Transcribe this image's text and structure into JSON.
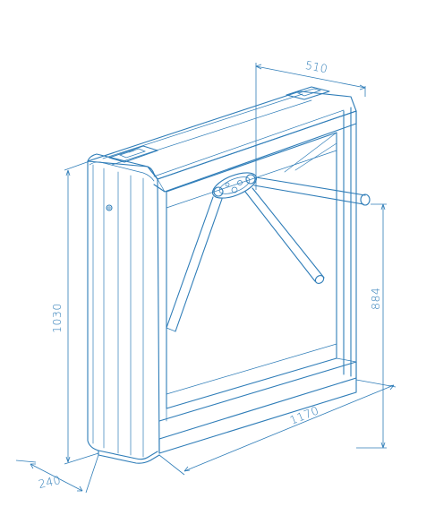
{
  "dimensions": {
    "depth": "510",
    "height_total": "1030",
    "arm_height": "884",
    "length": "1170",
    "width": "240"
  },
  "colors": {
    "line": "#2f7db8",
    "background": "#ffffff"
  }
}
